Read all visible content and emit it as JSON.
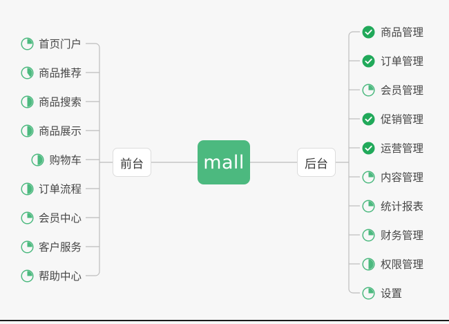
{
  "diagram": {
    "type": "mind-map",
    "background_color": "#f7f7f7",
    "accent_color": "#4cb97f",
    "check_color": "#21a95a",
    "center": {
      "label": "mall"
    },
    "branches": [
      {
        "id": "frontend",
        "label": "前台",
        "side": "left",
        "items": [
          {
            "label": "首页门户",
            "icon": "pie-progress-icon",
            "percent": 25
          },
          {
            "label": "商品推荐",
            "icon": "pie-progress-icon",
            "percent": 40
          },
          {
            "label": "商品搜索",
            "icon": "pie-progress-icon",
            "percent": 50
          },
          {
            "label": "商品展示",
            "icon": "pie-progress-icon",
            "percent": 50
          },
          {
            "label": "购物车",
            "icon": "pie-progress-icon",
            "percent": 50
          },
          {
            "label": "订单流程",
            "icon": "pie-progress-icon",
            "percent": 50
          },
          {
            "label": "会员中心",
            "icon": "pie-progress-icon",
            "percent": 25
          },
          {
            "label": "客户服务",
            "icon": "pie-progress-icon",
            "percent": 25
          },
          {
            "label": "帮助中心",
            "icon": "pie-progress-icon",
            "percent": 25
          }
        ]
      },
      {
        "id": "backend",
        "label": "后台",
        "side": "right",
        "items": [
          {
            "label": "商品管理",
            "icon": "check-circle-icon",
            "percent": 100
          },
          {
            "label": "订单管理",
            "icon": "check-circle-icon",
            "percent": 100
          },
          {
            "label": "会员管理",
            "icon": "pie-progress-icon",
            "percent": 25
          },
          {
            "label": "促销管理",
            "icon": "check-circle-icon",
            "percent": 100
          },
          {
            "label": "运营管理",
            "icon": "check-circle-icon",
            "percent": 100
          },
          {
            "label": "内容管理",
            "icon": "pie-progress-icon",
            "percent": 25
          },
          {
            "label": "统计报表",
            "icon": "pie-progress-icon",
            "percent": 25
          },
          {
            "label": "财务管理",
            "icon": "pie-progress-icon",
            "percent": 25
          },
          {
            "label": "权限管理",
            "icon": "pie-progress-icon",
            "percent": 50
          },
          {
            "label": "设置",
            "icon": "pie-progress-icon",
            "percent": 25
          }
        ]
      }
    ]
  }
}
